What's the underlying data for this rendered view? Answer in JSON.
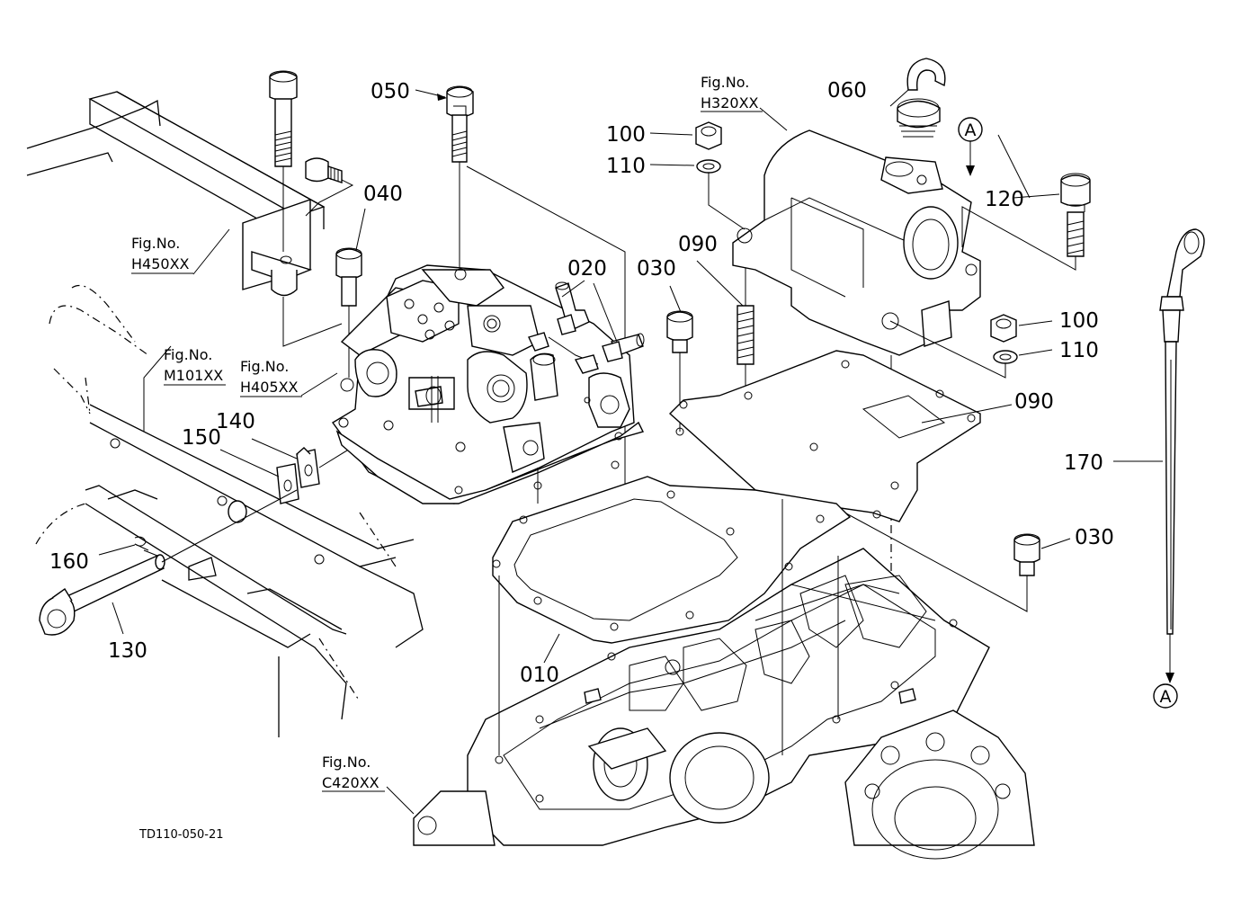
{
  "drawing_code": "TD110-050-21",
  "callouts": {
    "p010": "010",
    "p020": "020",
    "p030a": "030",
    "p030b": "030",
    "p040": "040",
    "p050": "050",
    "p060": "060",
    "p090a": "090",
    "p090b": "090",
    "p100a": "100",
    "p100b": "100",
    "p110a": "110",
    "p110b": "110",
    "p120": "120",
    "p130": "130",
    "p140": "140",
    "p150": "150",
    "p160": "160",
    "p170": "170"
  },
  "figure_refs": {
    "h320": {
      "label": "Fig.No.",
      "code": "H320XX"
    },
    "h450": {
      "label": "Fig.No.",
      "code": "H450XX"
    },
    "m101": {
      "label": "Fig.No.",
      "code": "M101XX"
    },
    "h405": {
      "label": "Fig.No.",
      "code": "H405XX"
    },
    "c420": {
      "label": "Fig.No.",
      "code": "C420XX"
    }
  },
  "markers": {
    "a_top": "A",
    "a_bottom": "A"
  }
}
